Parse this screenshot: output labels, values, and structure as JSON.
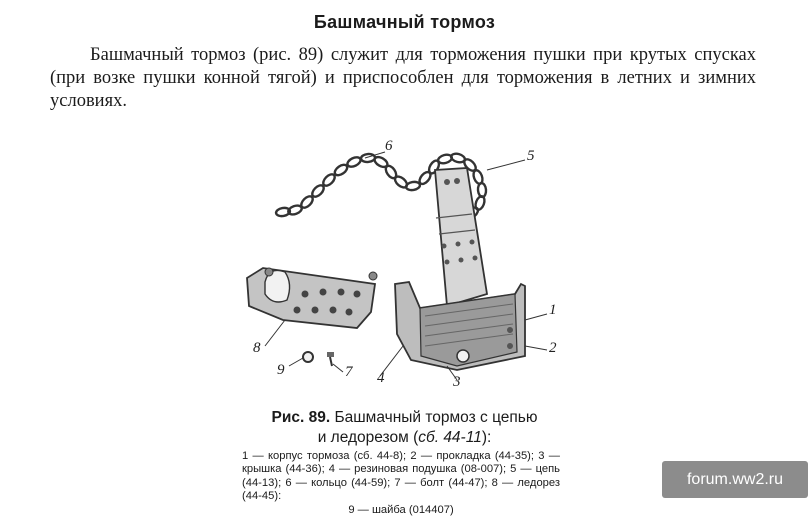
{
  "heading": "Башмачный тормоз",
  "paragraph": "Башмачный тормоз (рис. 89) служит для торможения пушки при крутых спусках (при возке пушки конной тягой) и приспособлен для торможения в летних и зимних условиях.",
  "figure": {
    "callouts": [
      "6",
      "5",
      "1",
      "2",
      "8",
      "4",
      "3",
      "9",
      "7"
    ]
  },
  "caption": {
    "number": "Рис. 89.",
    "title": "Башмачный тормоз с цепью",
    "title_line2_text": "и ледорезом (",
    "title_line2_ref": "сб. 44-11",
    "title_line2_end": "):"
  },
  "legend": {
    "body": "1 — корпус тормоза (сб. 44-8); 2 — прокладка (44-35); 3 — крышка (44-36); 4 — резиновая подушка (08-007); 5 — цепь (44-13); 6 — кольцо (44-59); 7 — болт (44-47); 8 — ледорез (44-45):",
    "last": "9 — шайба (014407)"
  },
  "watermark": "forum.ww2.ru"
}
